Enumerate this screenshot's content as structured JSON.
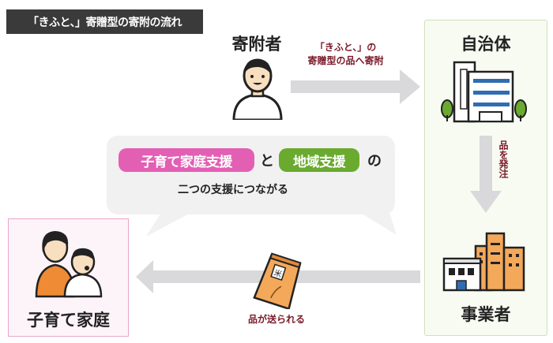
{
  "title": "「きふと、」寄贈型の寄附の流れ",
  "donor": {
    "label": "寄附者"
  },
  "donate_arrow": {
    "line1": "「きふと、」の",
    "line2": "寄贈型の品へ寄附"
  },
  "municipality": {
    "label": "自治体"
  },
  "order_arrow": {
    "label": "品を発注"
  },
  "business": {
    "label": "事業者"
  },
  "ship_arrow": {
    "label": "品が送られる",
    "bag_text": "米"
  },
  "family": {
    "label": "子育て家庭"
  },
  "bubble": {
    "pill1": "子育て家庭支援",
    "conj": "と",
    "pill2": "地域支援",
    "particle": "の",
    "line2": "二つの支援につながる"
  },
  "colors": {
    "pink": "#e35fb4",
    "green": "#6aaa2f",
    "arrow": "#d9d9db",
    "label": "#7a1a2a"
  }
}
